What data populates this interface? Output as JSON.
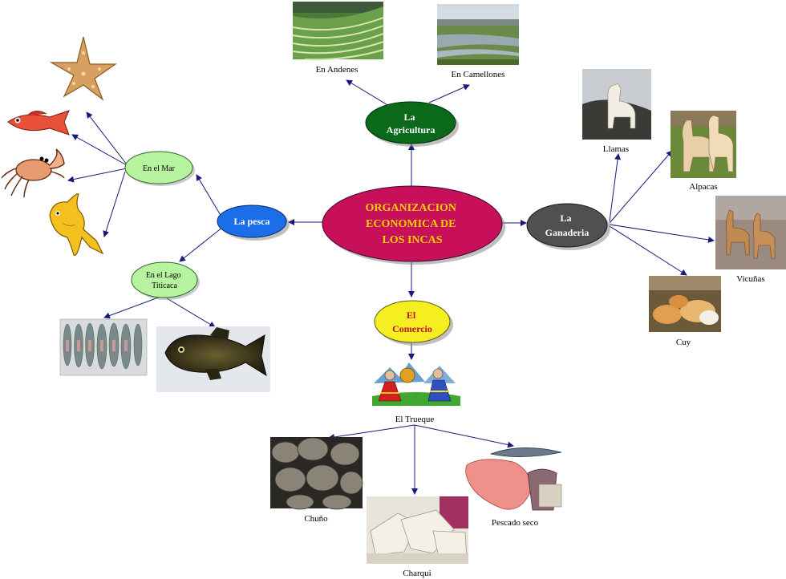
{
  "central": {
    "line1": "ORGANIZACION",
    "line2": "ECONOMICA DE",
    "line3": "LOS INCAS"
  },
  "agricultura": {
    "line1": "La",
    "line2": "Agricultura"
  },
  "ganaderia": {
    "line1": "La",
    "line2": "Ganaderia"
  },
  "pesca": {
    "label": "La pesca"
  },
  "comercio": {
    "line1": "El",
    "line2": "Comercio"
  },
  "en_el_mar": {
    "label": "En el Mar"
  },
  "en_el_lago": {
    "line1": "En el Lago",
    "line2": "Titicaca"
  },
  "captions": {
    "andenes": "En Andenes",
    "camellones": "En Camellones",
    "llamas": "Llamas",
    "alpacas": "Alpacas",
    "vicunas": "Vicuñas",
    "cuy": "Cuy",
    "trueque": "El Trueque",
    "chuno": "Chuño",
    "charqui": "Charqui",
    "pescado_seco": "Pescado seco"
  },
  "colors": {
    "central": "#c8105a",
    "central_text": "#f0d000",
    "agricultura": "#0a6a1a",
    "ganaderia": "#505050",
    "pesca": "#1a6ee8",
    "comercio": "#f5ee20",
    "comercio_text": "#c0102a",
    "sub_node": "#b8f4a0",
    "connector": "#1a1a7a"
  }
}
